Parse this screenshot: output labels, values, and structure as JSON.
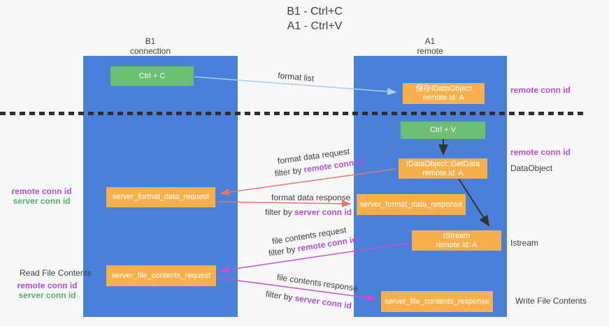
{
  "title": {
    "line1": "B1 - Ctrl+C",
    "line2": "A1 - Ctrl+V"
  },
  "lanes": {
    "left": {
      "name": "B1",
      "role": "connection"
    },
    "right": {
      "name": "A1",
      "role": "remote"
    }
  },
  "nodes": {
    "ctrl_c": {
      "label": "Ctrl + C"
    },
    "ctrl_v": {
      "label": "Ctrl + V"
    },
    "save_dataobject": {
      "line1": "保存IDataObject",
      "line2": "remote id: A"
    },
    "getdata": {
      "line1": "IDataObject::GetData",
      "line2": "remote id: A"
    },
    "istream": {
      "line1": "IStream",
      "line2": "remote id: A"
    },
    "format_request": {
      "label": "server_format_data_request"
    },
    "format_response": {
      "label": "server_format_data_response"
    },
    "file_request": {
      "label": "server_file_contents_request"
    },
    "file_response": {
      "label": "server_file_contents_response"
    }
  },
  "edge_labels": {
    "format_list": "format list",
    "format_data_request": "format data request",
    "format_data_response": "format data response",
    "file_contents_request": "file contents request",
    "file_contents_response": "file contents response",
    "filter_by": "filter by",
    "remote_conn_id": "remote conn id",
    "server_conn_id": "server conn id"
  },
  "side_labels": {
    "right_remote_conn_id_top": "remote conn id",
    "right_remote_conn_id_mid": "remote conn id",
    "dataobject": "DataObject",
    "istream": "Istream",
    "write_file_contents": "Write File Contents",
    "left_remote_conn_id_1": "remote conn id",
    "left_server_conn_id_1": "server conn id",
    "read_file_contents": "Read File Contents",
    "left_remote_conn_id_2": "remote conn id",
    "left_server_conn_id_2": "server conn id"
  },
  "colors": {
    "lane_blue": "#4a80d8",
    "node_green": "#6cbf72",
    "node_orange": "#f9b04c",
    "arrow_red": "#e8756b",
    "arrow_magenta": "#c74fd0",
    "arrow_lightblue": "#a8cdee",
    "arrow_black": "#333333",
    "text_purple": "#b44fd4",
    "text_green": "#55b168",
    "background": "#f7f8fa"
  }
}
